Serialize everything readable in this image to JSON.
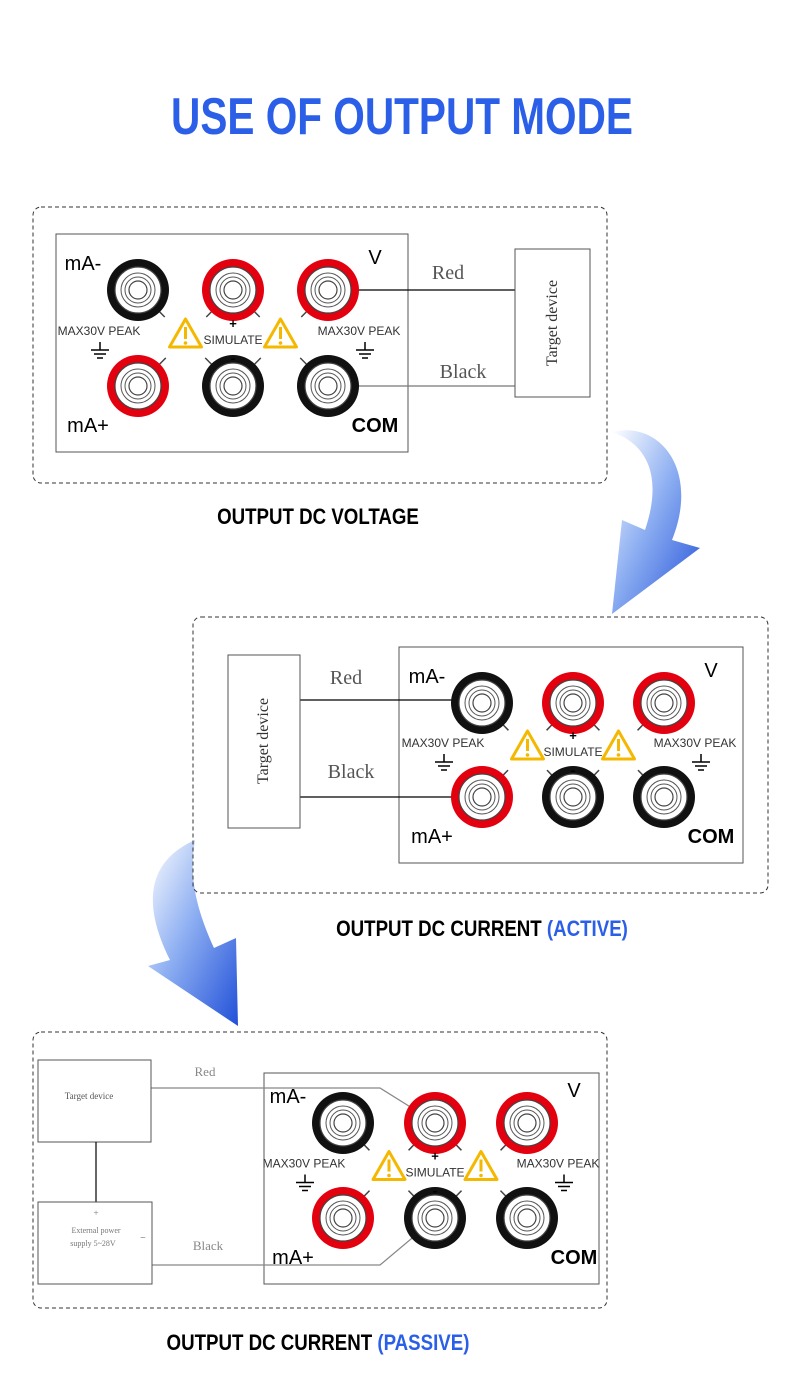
{
  "title": "USE OF OUTPUT MODE",
  "colors": {
    "accent": "#2b5fe8",
    "terminal_red": "#e3000f",
    "terminal_black": "#111111",
    "warning": "#f5b800"
  },
  "terminal_labels": {
    "ma_minus": "mA-",
    "ma_plus": "mA+",
    "v": "V",
    "com": "COM",
    "max_peak": "MAX30V PEAK",
    "simulate": "SIMULATE",
    "plus": "+",
    "minus": "-"
  },
  "panels": [
    {
      "caption": "OUTPUT DC VOLTAGE",
      "caption_highlight": "",
      "target_device": "Target device",
      "wire_red": "Red",
      "wire_black": "Black"
    },
    {
      "caption": "OUTPUT DC CURRENT ",
      "caption_highlight": "(ACTIVE)",
      "target_device": "Target device",
      "wire_red": "Red",
      "wire_black": "Black"
    },
    {
      "caption": "OUTPUT DC CURRENT ",
      "caption_highlight": "(PASSIVE)",
      "target_device": "Target device",
      "wire_red": "Red",
      "wire_black": "Black",
      "power_supply_line1": "External power",
      "power_supply_line2": "supply 5~28V",
      "power_plus": "+",
      "power_minus": "−"
    }
  ]
}
